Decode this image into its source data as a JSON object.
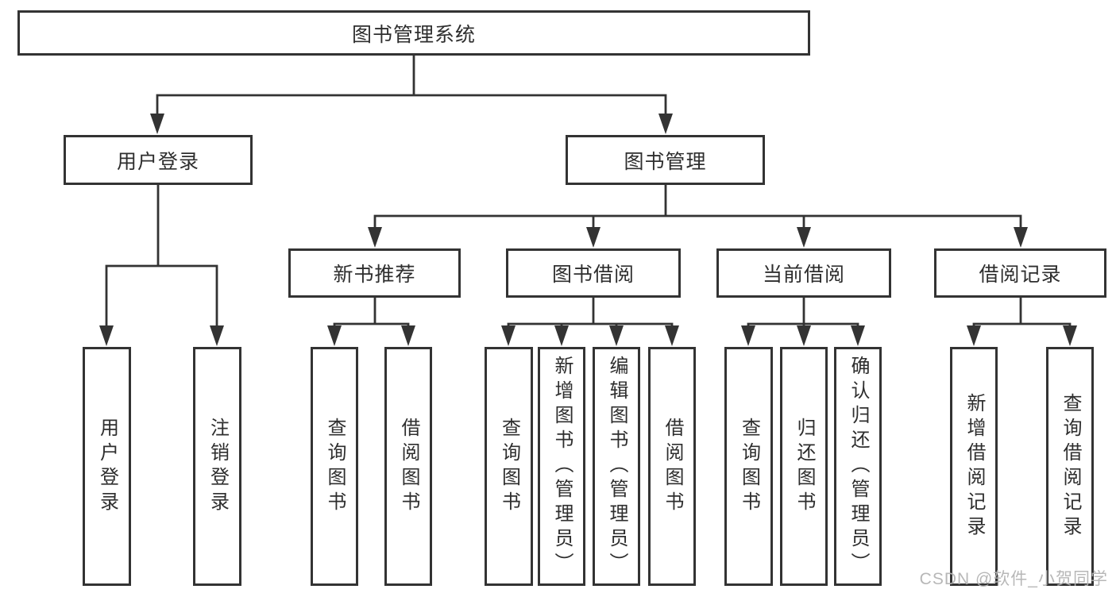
{
  "colors": {
    "line": "#333333",
    "text": "#2e2e2e",
    "box_background": "#ffffff",
    "watermark": "#b4b4b4"
  },
  "diagram": {
    "root": {
      "label": "图书管理系统"
    },
    "login_branch": {
      "label": "用户登录",
      "children": [
        {
          "label": "用户登录"
        },
        {
          "label": "注销登录"
        }
      ]
    },
    "management_branch": {
      "label": "图书管理",
      "sections": [
        {
          "label": "新书推荐",
          "children": [
            {
              "label": "查询图书"
            },
            {
              "label": "借阅图书"
            }
          ]
        },
        {
          "label": "图书借阅",
          "children": [
            {
              "label": "查询图书"
            },
            {
              "label": "新增图书（管理员）"
            },
            {
              "label": "编辑图书（管理员）"
            },
            {
              "label": "借阅图书"
            }
          ]
        },
        {
          "label": "当前借阅",
          "children": [
            {
              "label": "查询图书"
            },
            {
              "label": "归还图书"
            },
            {
              "label": "确认归还（管理员）"
            }
          ]
        },
        {
          "label": "借阅记录",
          "children": [
            {
              "label": "新增借阅记录"
            },
            {
              "label": "查询借阅记录"
            }
          ]
        }
      ]
    }
  },
  "watermark": {
    "text": "CSDN @软件_小贺同学"
  }
}
